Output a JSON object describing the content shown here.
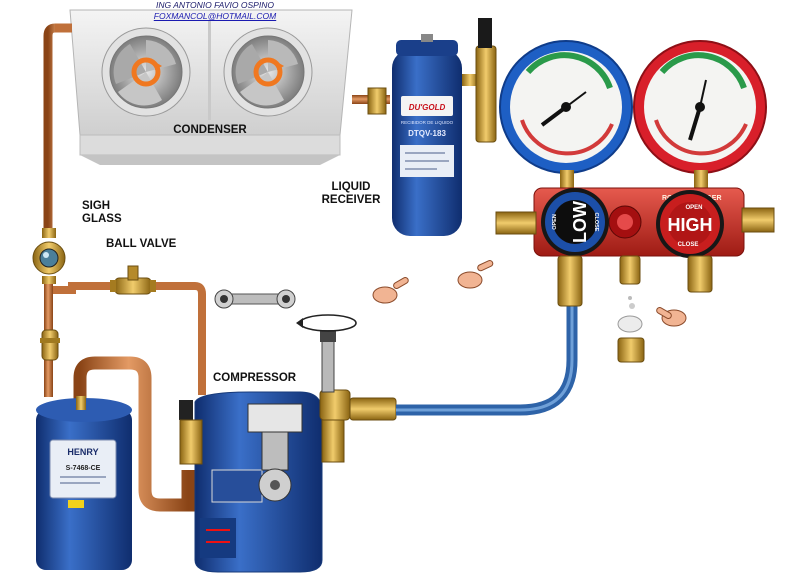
{
  "credits": {
    "author": "ING ANTONIO FAVIO OSPINO",
    "email": "FOXMANCOL@HOTMAIL.COM"
  },
  "labels": {
    "condenser": "CONDENSER",
    "sight_glass_line1": "SIGH",
    "sight_glass_line2": "GLASS",
    "ball_valve": "BALL VALVE",
    "liquid_receiver_line1": "LIQUID",
    "liquid_receiver_line2": "RECEIVER",
    "compressor": "COMPRESSOR"
  },
  "receiver": {
    "brand": "DU'GOLD",
    "model": "DTQV-183",
    "subtitle": "RECIBIDOR DE LIQUIDO"
  },
  "accumulator": {
    "brand": "HENRY",
    "model": "S-7468-CE"
  },
  "manifold": {
    "brand": "ROTHENBERGER",
    "low_label": "LOW",
    "high_label": "HIGH",
    "open_label": "OPEN",
    "close_label": "CLOSE",
    "low_color": "#1c4fa8",
    "high_color": "#c81e1e",
    "body_color": "#d8332a"
  },
  "colors": {
    "copper": "#c0703a",
    "hose": "#3a72b8",
    "blue_tank": "#1f4fa0",
    "brass": "#c99a3c"
  }
}
